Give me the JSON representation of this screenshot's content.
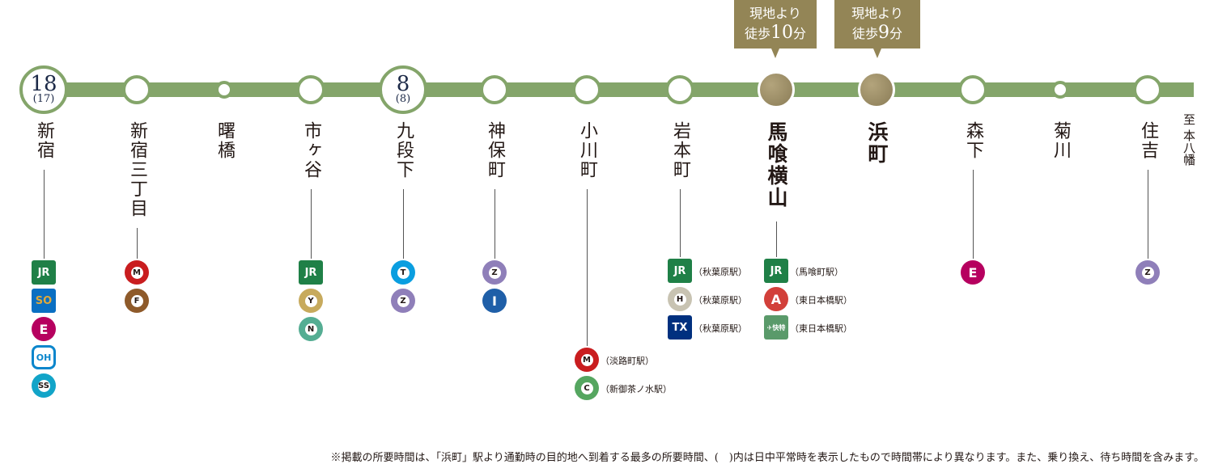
{
  "callouts": [
    {
      "line1": "現地より",
      "line2a": "徒歩",
      "num": "10",
      "line2b": "分"
    },
    {
      "line1": "現地より",
      "line2a": "徒歩",
      "num": "9",
      "line2b": "分"
    }
  ],
  "destination": "至 本八幡",
  "stations": [
    {
      "name": "新宿",
      "time": "18",
      "offpeak": "(17)",
      "badges": [
        {
          "code": "JR",
          "type": "sq",
          "color": "#1f8047"
        },
        {
          "code": "SO",
          "type": "sq",
          "color": "#0a6fc2",
          "text_color": "#e0a93a"
        },
        {
          "code": "E",
          "type": "fill",
          "color": "#b6005f"
        },
        {
          "code": "OH",
          "type": "outline",
          "color": "#0b86cc"
        },
        {
          "code": "SS",
          "type": "circ",
          "color": "#12a4c8"
        }
      ]
    },
    {
      "name": "新宿三丁目",
      "badges": [
        {
          "code": "M",
          "type": "circ",
          "color": "#c91d1f"
        },
        {
          "code": "F",
          "type": "circ",
          "color": "#8e5a2a"
        }
      ]
    },
    {
      "name": "曙橋",
      "small": true,
      "badges": []
    },
    {
      "name": "市ヶ谷",
      "badges": [
        {
          "code": "JR",
          "type": "sq",
          "color": "#1f8047"
        },
        {
          "code": "Y",
          "type": "circ",
          "color": "#c7aa5d"
        },
        {
          "code": "N",
          "type": "circ",
          "color": "#55ad93"
        }
      ]
    },
    {
      "name": "九段下",
      "time": "8",
      "offpeak": "(8)",
      "badges": [
        {
          "code": "T",
          "type": "circ",
          "color": "#0a9ee0"
        },
        {
          "code": "Z",
          "type": "circ",
          "color": "#8f7fb9"
        }
      ]
    },
    {
      "name": "神保町",
      "badges": [
        {
          "code": "Z",
          "type": "circ",
          "color": "#8f7fb9"
        },
        {
          "code": "I",
          "type": "fill",
          "color": "#1f5fa8"
        }
      ]
    },
    {
      "name": "小川町",
      "badges": [
        {
          "code": "M",
          "type": "circ",
          "color": "#c91d1f",
          "label": "（淡路町駅）"
        },
        {
          "code": "C",
          "type": "circ",
          "color": "#55a660",
          "label": "（新御茶ノ水駅）"
        }
      ]
    },
    {
      "name": "岩本町",
      "badges": [
        {
          "code": "JR",
          "type": "sq",
          "color": "#1f8047",
          "label": "（秋葉原駅）"
        },
        {
          "code": "H",
          "type": "circ",
          "color": "#c8c3b2",
          "label": "（秋葉原駅）"
        },
        {
          "code": "TX",
          "type": "sq",
          "color": "#00307f",
          "label": "（秋葉原駅）"
        }
      ]
    },
    {
      "name": "馬喰横山",
      "gold": true,
      "badges": [
        {
          "code": "JR",
          "type": "sq",
          "color": "#1f8047",
          "label": "（馬喰町駅）"
        },
        {
          "code": "A",
          "type": "fill",
          "color": "#d2403a",
          "label": "（東日本橋駅）"
        },
        {
          "code": "✈快特",
          "type": "sq",
          "color": "#5a9a6a",
          "label": "（東日本橋駅）"
        }
      ]
    },
    {
      "name": "浜町",
      "gold": true,
      "badges": []
    },
    {
      "name": "森下",
      "badges": [
        {
          "code": "E",
          "type": "fill",
          "color": "#b6005f"
        }
      ]
    },
    {
      "name": "菊川",
      "small": true,
      "badges": []
    },
    {
      "name": "住吉",
      "badges": [
        {
          "code": "Z",
          "type": "circ",
          "color": "#8f7fb9"
        }
      ]
    }
  ],
  "note": "※掲載の所要時間は、「浜町」駅より通勤時の目的地へ到着する最多の所要時間、(　)内は日中平常時を表示したもので時間帯により異なります。また、乗り換え、待ち時間を含みます。"
}
